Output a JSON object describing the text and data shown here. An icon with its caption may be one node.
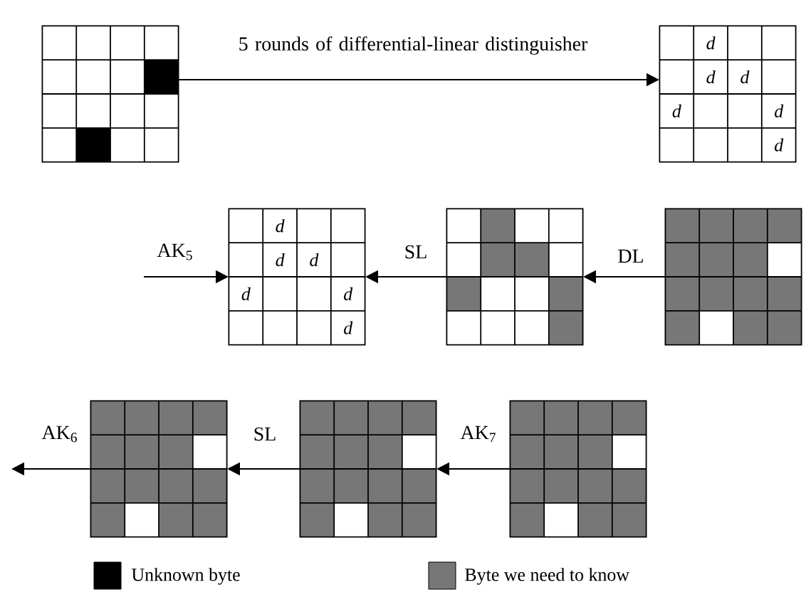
{
  "diagram": {
    "nodes": [
      {
        "text": [],
        "shape": "box"
      },
      {
        "text": [
          "d",
          "d",
          "d",
          "d",
          "d",
          "d"
        ]
      },
      {
        "text": [
          "d",
          "d",
          "d",
          "d",
          "d",
          "d"
        ]
      },
      {
        "text": [],
        "shape": "box"
      },
      {
        "text": [],
        "shape": "box"
      },
      {
        "text": [],
        "shape": "box"
      },
      {
        "text": [],
        "shape": "box"
      },
      {
        "text": [],
        "shape": "box"
      }
    ],
    "edges": [
      {
        "from": 0,
        "to": 1,
        "arrow": "to",
        "label": "5 rounds of differential-linear distinguisher"
      },
      {
        "from": null,
        "to": 2,
        "arrow": "to",
        "label": "AK$_{5}$"
      },
      {
        "from": 3,
        "to": 2,
        "arrow": "to",
        "label": "SL"
      },
      {
        "from": 4,
        "to": 3,
        "arrow": "to",
        "label": "DL"
      },
      {
        "from": 5,
        "to": null,
        "arrow": "to",
        "label": "AK$_{6}$"
      },
      {
        "from": 6,
        "to": 5,
        "arrow": "to",
        "label": "SL"
      },
      {
        "from": 7,
        "to": 6,
        "arrow": "to",
        "label": "AK$_{7}$"
      }
    ],
    "legend": [
      {
        "text": "Unknown byte",
        "color": "#000000"
      },
      {
        "text": "Byte we need to know",
        "color": "#777777"
      }
    ]
  }
}
